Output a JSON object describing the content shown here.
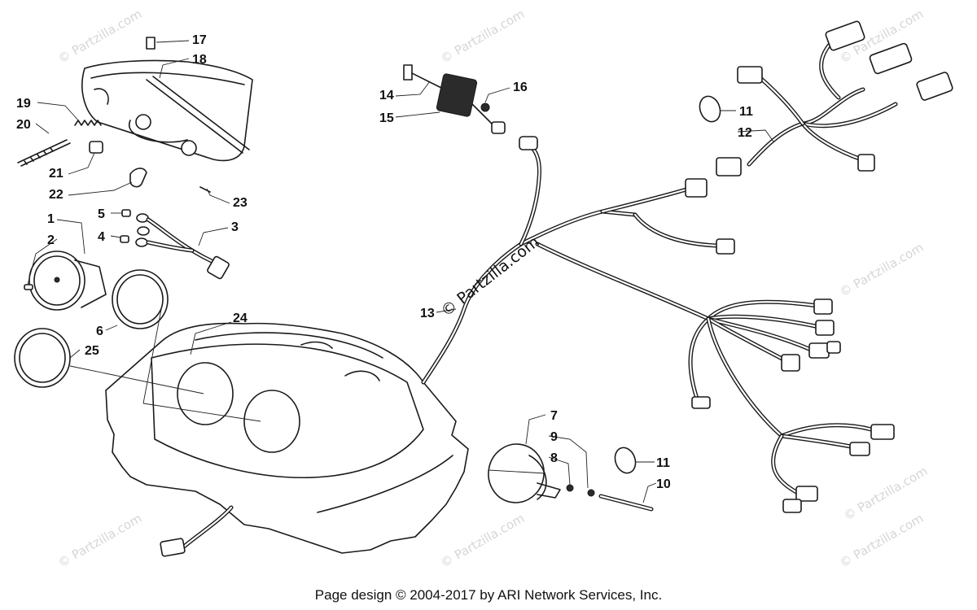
{
  "callouts": {
    "c1": "1",
    "c2": "2",
    "c3": "3",
    "c4": "4",
    "c5": "5",
    "c6": "6",
    "c7": "7",
    "c8": "8",
    "c9": "9",
    "c10": "10",
    "c11a": "11",
    "c11b": "11",
    "c12": "12",
    "c13": "13",
    "c14": "14",
    "c15": "15",
    "c16": "16",
    "c17": "17",
    "c18": "18",
    "c19": "19",
    "c20": "20",
    "c21": "21",
    "c22": "22",
    "c23": "23",
    "c24": "24",
    "c25": "25"
  },
  "watermark": {
    "corner_text": "© Partzilla.com",
    "center_text": "© Partzilla.com"
  },
  "footer": {
    "text": "Page design © 2004-2017 by ARI Network Services, Inc."
  }
}
